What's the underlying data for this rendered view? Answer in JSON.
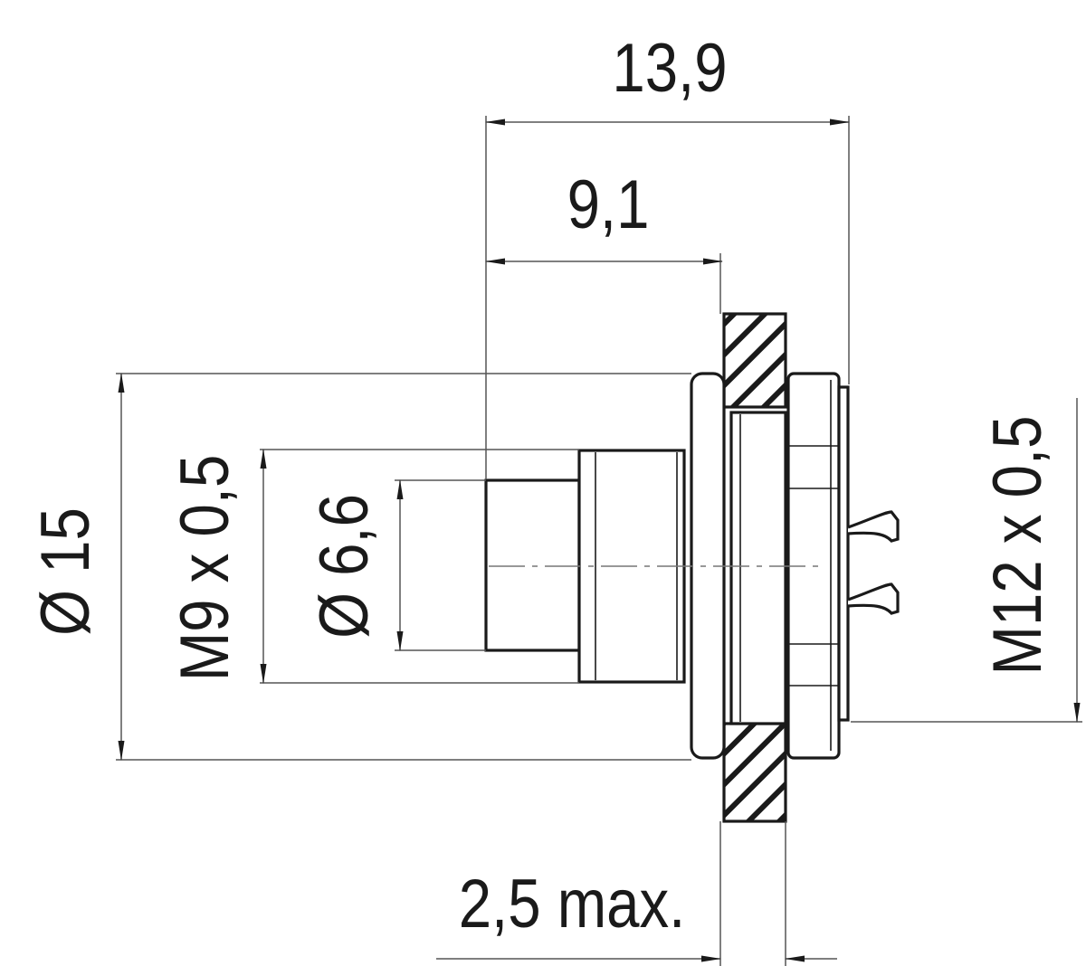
{
  "dimensions": {
    "overall_length": "13,9",
    "front_length": "9,1",
    "panel_thickness": "2,5 max.",
    "flange_diameter": "Ø 15",
    "front_thread": "M9 x 0,5",
    "front_diameter": "Ø 6,6",
    "rear_thread": "M12 x 0,5"
  },
  "colors": {
    "line": "#1a1a1a",
    "background": "#ffffff"
  }
}
